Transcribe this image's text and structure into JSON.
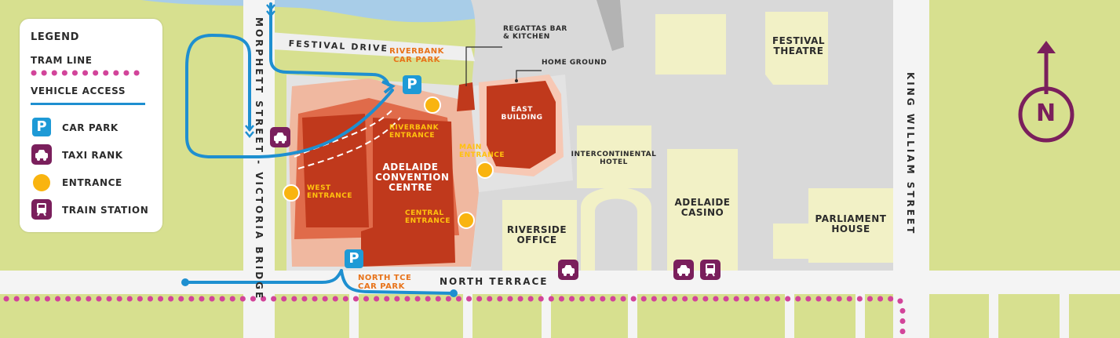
{
  "legend": {
    "title": "LEGEND",
    "tram_line": "TRAM LINE",
    "vehicle_access": "VEHICLE ACCESS",
    "car_park": "CAR PARK",
    "taxi_rank": "TAXI RANK",
    "entrance": "ENTRANCE",
    "train_station": "TRAIN STATION"
  },
  "streets": {
    "festival_drive": "FESTIVAL DRIVE",
    "morphett": "MORPHETT STREET - VICTORIA BRIDGE",
    "north_terrace": "NORTH TERRACE",
    "king_william": "KING WILLIAM STREET"
  },
  "places": {
    "riverbank_car_park": "RIVERBANK CAR PARK",
    "regattas": "REGATTAS BAR & KITCHEN",
    "home_ground": "HOME GROUND",
    "festival_theatre": "FESTIVAL THEATRE",
    "east_building": "EAST BUILDING",
    "intercontinental": "INTERCONTINENTAL HOTEL",
    "adelaide_convention_centre": "ADELAIDE CONVENTION CENTRE",
    "riverside_office": "RIVERSIDE OFFICE",
    "adelaide_casino": "ADELAIDE CASINO",
    "parliament_house": "PARLIAMENT HOUSE",
    "north_tce_car_park": "NORTH TCE CAR PARK"
  },
  "entrances": {
    "riverbank": "RIVERBANK ENTRANCE",
    "main": "MAIN ENTRANCE",
    "west": "WEST ENTRANCE",
    "central": "CENTRAL ENTRANCE"
  },
  "icons": {
    "car_park": "P",
    "north": "N"
  },
  "colors": {
    "tram": "#d2449a",
    "vehicle_access": "#1e8fd0",
    "car_park": "#1e9ad6",
    "taxi_train": "#7a1f5c",
    "entrance": "#f9b40f",
    "building": "#c0391c",
    "park": "#d7e08f"
  }
}
